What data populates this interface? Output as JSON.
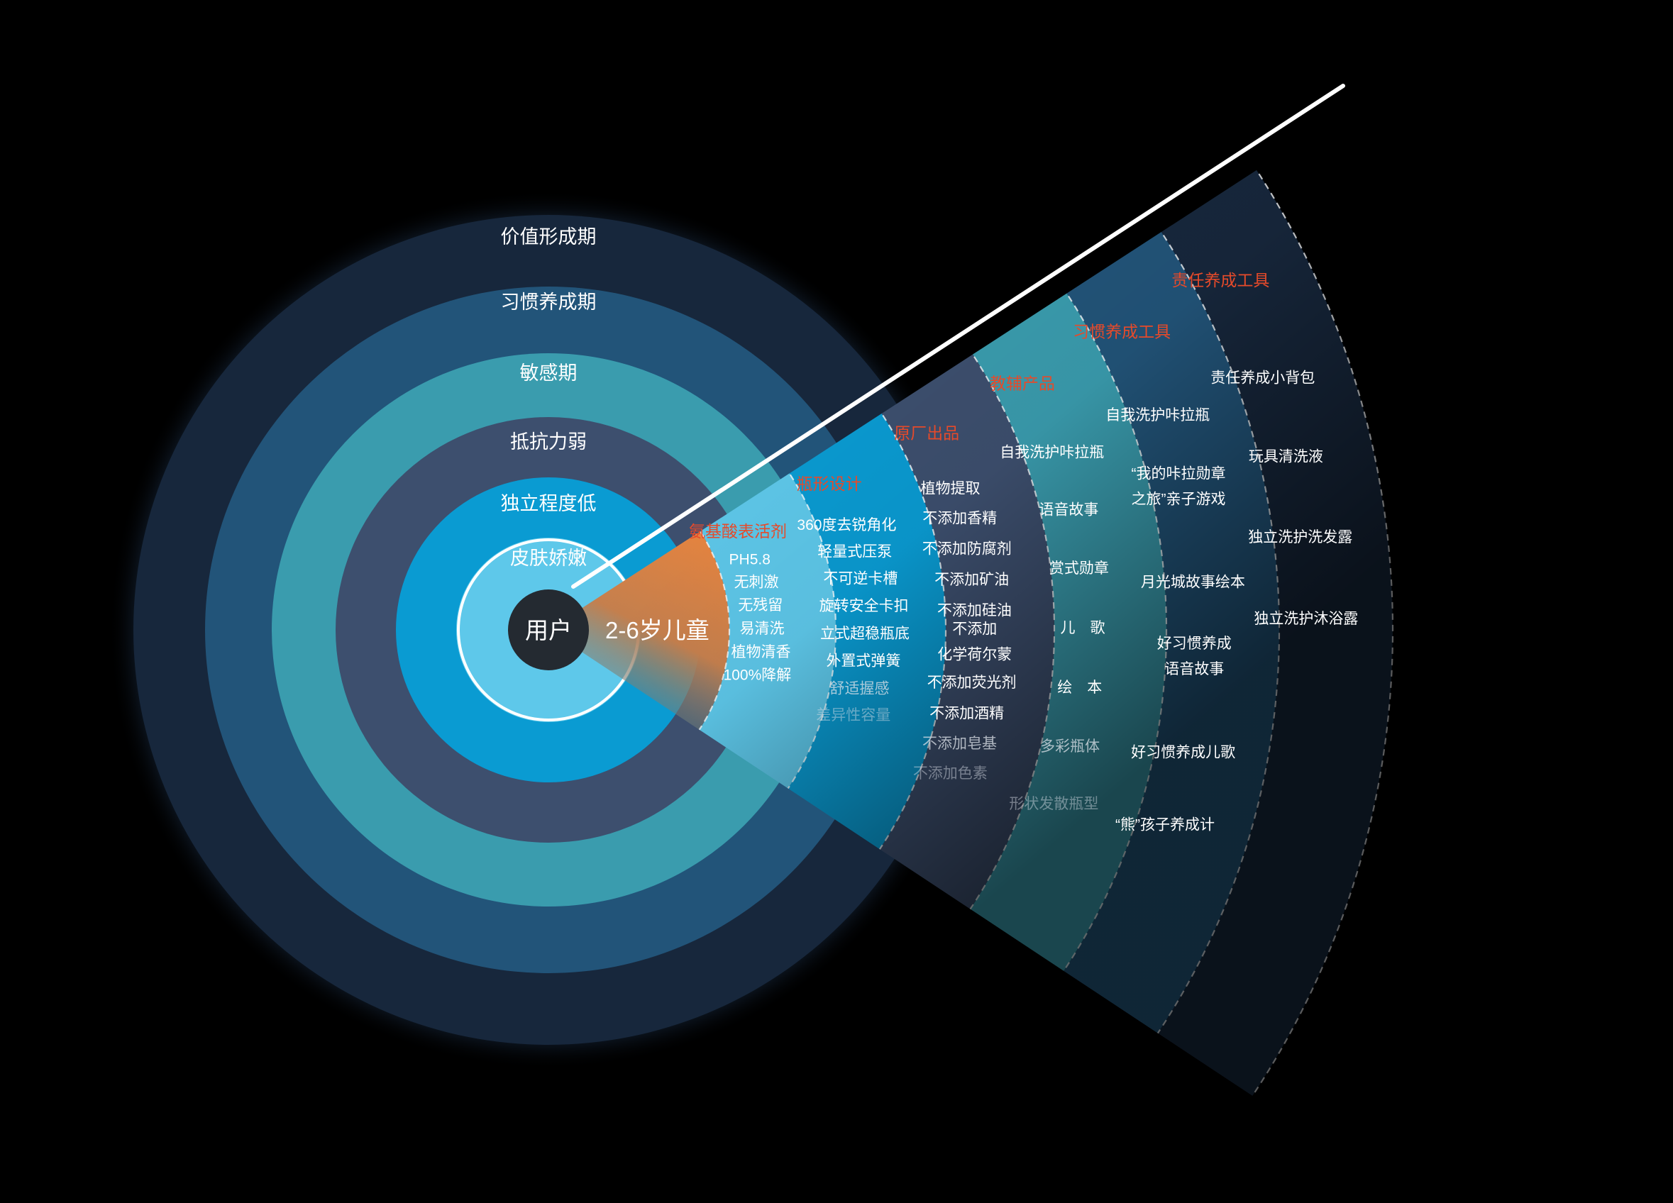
{
  "center": {
    "label": "用户",
    "user_label": "2-6岁儿童"
  },
  "rings": [
    {
      "label": "皮肤娇嫩",
      "color": "#5ec8ea"
    },
    {
      "label": "独立程度低",
      "color": "#0a9bd2"
    },
    {
      "label": "抵抗力弱",
      "color": "#3d4f6e"
    },
    {
      "label": "敏感期",
      "color": "#3a9cae"
    },
    {
      "label": "习惯养成期",
      "color": "#225479"
    },
    {
      "label": "价值形成期",
      "color": "#17273c"
    }
  ],
  "wedge": {
    "apex_color": "#f5883c",
    "sectors": [
      {
        "title": "氨基酸表活剂",
        "color": "#5ec8ea",
        "items": [
          "PH5.8",
          "无刺激",
          "无残留",
          "易清洗",
          "植物清香",
          "100%降解"
        ]
      },
      {
        "title": "瓶形设计",
        "color": "#0a9bd2",
        "items": [
          "360度去锐角化",
          "轻量式压泵",
          "不可逆卡槽",
          "旋转安全卡扣",
          "立式超稳瓶底",
          "外置式弹簧",
          "舒适握感",
          "差异性容量"
        ]
      },
      {
        "title": "原厂出品",
        "color": "#3d4f6e",
        "items": [
          "植物提取",
          "不添加香精",
          "不添加防腐剂",
          "不添加矿油",
          "不添加硅油",
          "不添加\n化学荷尔蒙",
          "不添加荧光剂",
          "不添加酒精",
          "不添加皂基",
          "不添加色素"
        ]
      },
      {
        "title": "教辅产品",
        "color": "#3a9cae",
        "items": [
          "自我洗护咔拉瓶",
          "语音故事",
          "赏式勋章",
          "儿　歌",
          "绘　本",
          "多彩瓶体",
          "形状发散瓶型"
        ]
      },
      {
        "title": "习惯养成工具",
        "color": "#225479",
        "items": [
          "自我洗护咔拉瓶",
          "“我的咔拉勋章\n之旅”亲子游戏",
          "月光城故事绘本",
          "好习惯养成\n语音故事",
          "好习惯养成儿歌",
          "“熊”孩子养成计"
        ]
      },
      {
        "title": "责任养成工具",
        "color": "#17273c",
        "items": [
          "责任养成小背包",
          "玩具清洗液",
          "独立洗护洗发露",
          "独立洗护沐浴露"
        ]
      }
    ]
  },
  "colors": {
    "background": "#000000",
    "title_text": "#e64a2a",
    "label_text": "#ffffff",
    "center_disc": "#242a31"
  }
}
